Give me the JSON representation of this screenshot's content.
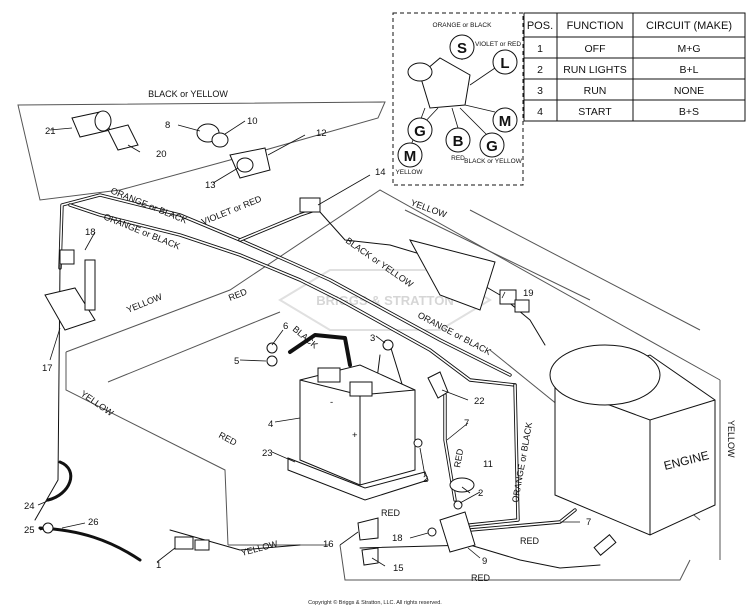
{
  "wire_labels": {
    "black_or_yellow_top": "BLACK or YELLOW",
    "orange_or_black_1": "ORANGE or BLACK",
    "orange_or_black_2": "ORANGE or BLACK",
    "violet_or_red": "VIOLET or RED",
    "black_or_yellow_mid": "BLACK or YELLOW",
    "yellow_top_right": "YELLOW",
    "yellow_left": "YELLOW",
    "red_mid": "RED",
    "black_battery": "BLACK",
    "orange_or_black_right": "ORANGE or BLACK",
    "orange_or_black_vertical": "ORANGE or BLACK",
    "yellow_far_left": "YELLOW",
    "red_left": "RED",
    "red_vertical": "RED",
    "red_bottom_a": "RED",
    "red_bottom_b": "RED",
    "red_bottom_c": "RED",
    "yellow_bottom": "YELLOW",
    "yellow_right_vertical": "YELLOW",
    "engine": "ENGINE"
  },
  "switch_inset": {
    "orange_or_black": "ORANGE or BLACK",
    "violet_or_red": "VIOLET or RED",
    "red": "RED",
    "black_or_yellow": "BLACK or YELLOW",
    "yellow": "YELLOW",
    "terminals": [
      "S",
      "L",
      "G",
      "B",
      "M",
      "G",
      "M"
    ]
  },
  "switch_table": {
    "headers": [
      "POS.",
      "FUNCTION",
      "CIRCUIT  (MAKE)"
    ],
    "rows": [
      {
        "pos": "1",
        "function": "OFF",
        "circuit": "M+G"
      },
      {
        "pos": "2",
        "function": "RUN LIGHTS",
        "circuit": "B+L"
      },
      {
        "pos": "3",
        "function": "RUN",
        "circuit": "NONE"
      },
      {
        "pos": "4",
        "function": "START",
        "circuit": "B+S"
      }
    ]
  },
  "part_numbers": {
    "p1": "1",
    "p2a": "2",
    "p2b": "2",
    "p3": "3",
    "p4": "4",
    "p5": "5",
    "p6": "6",
    "p7a": "7",
    "p7b": "7",
    "p8": "8",
    "p9": "9",
    "p10": "10",
    "p11": "11",
    "p12": "12",
    "p13": "13",
    "p14": "14",
    "p15": "15",
    "p16": "16",
    "p17": "17",
    "p18a": "18",
    "p18b": "18",
    "p19": "19",
    "p20": "20",
    "p21": "21",
    "p22": "22",
    "p23": "23",
    "p24": "24",
    "p25": "25",
    "p26": "26"
  },
  "watermark": "BRIGGS & STRATTON",
  "battery_minus": "-",
  "battery_plus": "+",
  "copyright": "Copyright © Briggs & Stratton, LLC. All rights reserved."
}
